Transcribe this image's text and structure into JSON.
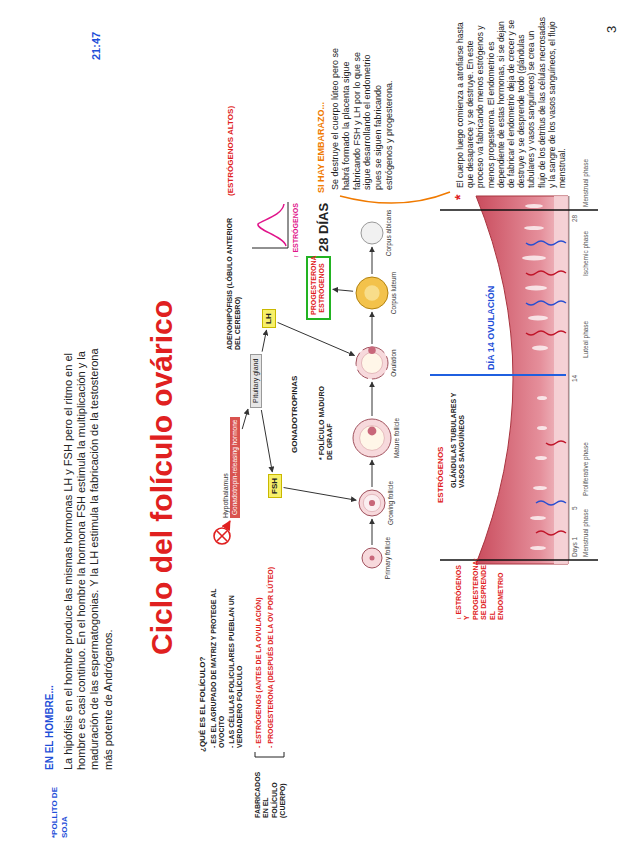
{
  "diagram": {
    "title": "Ciclo del folículo ovárico",
    "nodes": [
      {
        "text": [
          "Hypothalamus",
          "Gonadotropin-releasing hormone"
        ]
      },
      {
        "text": [
          "Pituitary gland"
        ]
      },
      {
        "text": [
          "FSH"
        ]
      },
      {
        "text": [
          "LH"
        ]
      },
      {
        "text": [
          "Primary follicle"
        ]
      },
      {
        "text": [
          "Growing follicle"
        ]
      },
      {
        "text": [
          "Mature follicle"
        ]
      },
      {
        "text": [
          "Ovulation"
        ]
      },
      {
        "text": [
          "Corpus luteum"
        ]
      },
      {
        "text": [
          "Corpus albicans"
        ]
      },
      {
        "text": [
          "PROGESTERONA ESTRÓGENOS"
        ]
      }
    ],
    "edges": [
      {
        "from": 0,
        "to": 1,
        "arrow": "to"
      },
      {
        "from": 1,
        "to": 2,
        "arrow": "to"
      },
      {
        "from": 1,
        "to": 3,
        "arrow": "to"
      },
      {
        "from": 2,
        "to": 5,
        "arrow": "to"
      },
      {
        "from": 3,
        "to": 7,
        "arrow": "to"
      },
      {
        "from": 4,
        "to": 5,
        "arrow": "to"
      },
      {
        "from": 5,
        "to": 6,
        "arrow": "to"
      },
      {
        "from": 6,
        "to": 7,
        "arrow": "to"
      },
      {
        "from": 7,
        "to": 8,
        "arrow": "to"
      },
      {
        "from": 8,
        "to": 9,
        "arrow": "to"
      },
      {
        "from": 8,
        "to": 10,
        "arrow": "to"
      }
    ],
    "labels": [
      "EN EL HOMBRE...",
      "La hipófisis en el hombre produce las mismas hormonas LH y FSH pero el ritmo en el hombre es casi continuo. En el hombre la hormona FSH estimula la multiplicación y la maduración de las espermatogonias. Y la LH estimula la fabricación de la testosterona más potente de Andrógenos.",
      "*POLLITO DE SOJA",
      "21:47",
      "3",
      "¿QUÉ ES EL FOLÍCULO?",
      "- ES EL AGRUPADO DE MATRIZ Y PROTEGE AL OVOCITO",
      "- LAS CÉLULAS FOLICULARES PUEBLAN UN VERDADERO FOLÍCULO",
      "FABRICADOS EN EL FOLÍCULO (CUERPO)",
      "- ESTRÓGENOS (ANTES DE LA OVULACIÓN)",
      "- PROGESTERONA (DESPUÉS DE LA OV POR LÚTEO)",
      "GONADOTROPINAS",
      "* FOLÍCULO MADURO DE GRAAF",
      "ESTRÓGENOS",
      "GLÁNDULAS TUBULARES Y VASOS SANGUÍNEOS",
      "ADENOHIPÓFISIS (LÓBULO ANTERIOR DEL CEREBRO)",
      "(ESTRÓGENOS ALTOS)",
      "↑ ESTRÓGENOS",
      "28 DÍAS",
      "DÍA 14 OVULACIÓN",
      "SI HAY EMBARAZO...",
      "Se destruye el cuerpo lúteo pero se habrá formado la placenta sigue fabricando FSH y LH por lo que se sigue desarrollando el endometrio pues se siguen fabricando estrógenos y progesterona.",
      "*",
      "El cuerpo luego comienza a atrofiarse hasta que desaparece y se destruye. En este proceso va fabricando menos estrógenos y menos progesterona. El endometrio es dependiente de estas hormonas, si se dejan de fabricar el endometrio deja de crecer y se destruye y se desprende todo (glándulas tubulares y vasos sanguíneos) se crea un flujo de los detritus de las células necrosadas y la sangre de los vasos sanguíneos, el flujo menstrual.",
      "Days 1",
      "5",
      "14",
      "28",
      "Menstrual phase",
      "Proliferative phase",
      "Luteal phase",
      "Ischemic phase",
      "Menstrual phase",
      "↓ ESTRÓGENOS Y PROGESTERONA: SE DESPRENDE EL ENDOMETRIO"
    ]
  }
}
